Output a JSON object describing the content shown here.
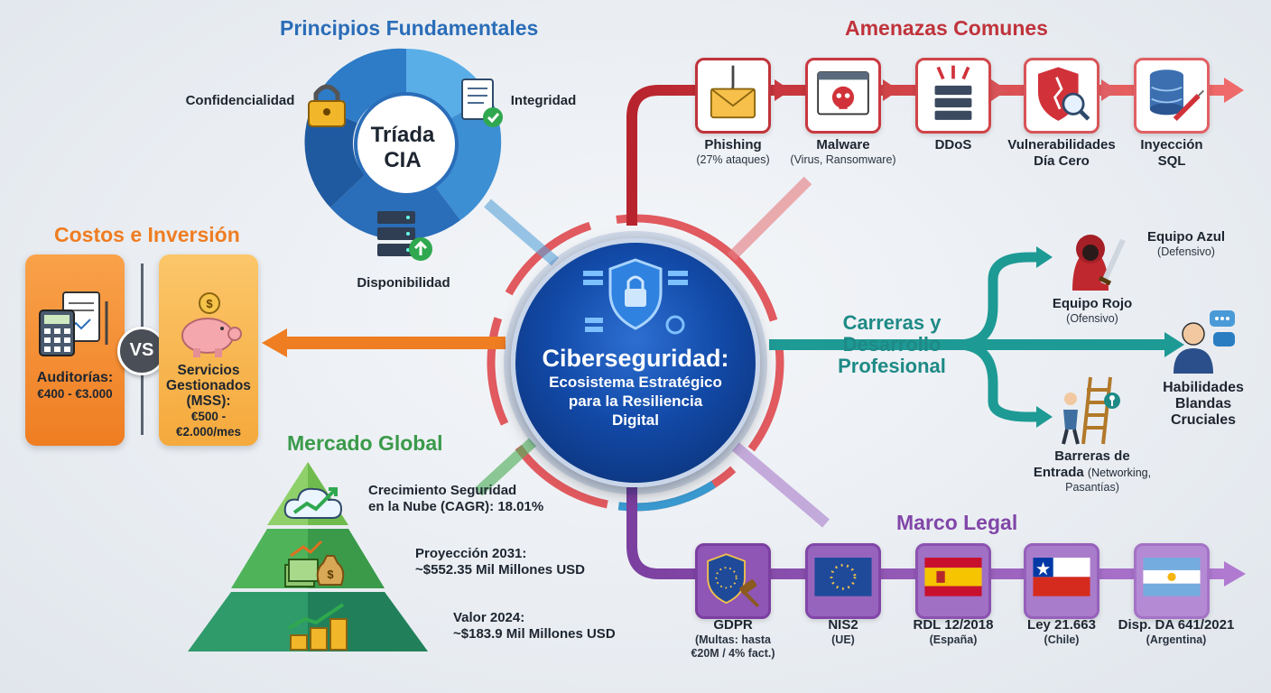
{
  "center": {
    "title": "Ciberseguridad:",
    "subtitle_line1": "Ecosistema Estratégico",
    "subtitle_line2": "para la Resiliencia",
    "subtitle_line3": "Digital"
  },
  "principles": {
    "title": "Principios Fundamentales",
    "triad_line1": "Tríada",
    "triad_line2": "CIA",
    "items": [
      {
        "label": "Confidencialidad",
        "icon": "padlock-icon"
      },
      {
        "label": "Integridad",
        "icon": "document-check-icon"
      },
      {
        "label": "Disponibilidad",
        "icon": "server-icon"
      }
    ]
  },
  "threats": {
    "title": "Amenazas Comunes",
    "items": [
      {
        "label": "Phishing",
        "sub": "(27% ataques)",
        "icon": "phishing-hook-icon"
      },
      {
        "label": "Malware",
        "sub": "(Virus, Ransomware)",
        "icon": "malware-skull-icon"
      },
      {
        "label": "DDoS",
        "sub": "",
        "icon": "ddos-server-icon"
      },
      {
        "label_line1": "Vulnerabilidades",
        "label_line2": "Día Cero",
        "icon": "shield-crack-icon"
      },
      {
        "label_line1": "Inyección",
        "label_line2": "SQL",
        "icon": "database-syringe-icon"
      }
    ]
  },
  "costs": {
    "title": "Costos e Inversión",
    "vs": "VS",
    "audit_label": "Auditorías:",
    "audit_value": "€400 - €3.000",
    "mss_line1": "Servicios",
    "mss_line2": "Gestionados",
    "mss_line3": "(MSS):",
    "mss_value1": "€500 -",
    "mss_value2": "€2.000/mes"
  },
  "market": {
    "title": "Mercado Global",
    "items": [
      {
        "line1": "Crecimiento Seguridad",
        "line2": "en la Nube (CAGR): 18.01%"
      },
      {
        "line1": "Proyección 2031:",
        "line2": "~$552.35 Mil Millones USD"
      },
      {
        "line1": "Valor 2024:",
        "line2": "~$183.9 Mil Millones USD"
      }
    ]
  },
  "careers": {
    "title_line1": "Carreras y",
    "title_line2": "Desarrollo",
    "title_line3": "Profesional",
    "blue_team": "Equipo Azul",
    "blue_sub": "(Defensivo)",
    "red_team": "Equipo Rojo",
    "red_sub": "(Ofensivo)",
    "soft_line1": "Habilidades",
    "soft_line2": "Blandas",
    "soft_line3": "Cruciales",
    "barriers_line1": "Barreras de",
    "barriers_line2": "Entrada",
    "barriers_sub1": "(Networking,",
    "barriers_sub2": "Pasantías)"
  },
  "legal": {
    "title": "Marco Legal",
    "items": [
      {
        "label": "GDPR",
        "sub1": "(Multas: hasta",
        "sub2": "€20M / 4% fact.)",
        "icon": "gdpr-gavel-icon"
      },
      {
        "label": "NIS2",
        "sub1": "(UE)",
        "icon": "eu-flag-icon"
      },
      {
        "label": "RDL 12/2018",
        "sub1": "(España)",
        "icon": "spain-flag-icon"
      },
      {
        "label": "Ley 21.663",
        "sub1": "(Chile)",
        "icon": "chile-flag-icon"
      },
      {
        "label": "Disp. DA 641/2021",
        "sub1": "(Argentina)",
        "icon": "argentina-flag-icon"
      }
    ]
  },
  "colors": {
    "blue": "#2a6db8",
    "red": "#c0333b",
    "orange": "#ef7d22",
    "green": "#3a9a4a",
    "teal": "#1e8a86",
    "purple": "#8146a8"
  }
}
